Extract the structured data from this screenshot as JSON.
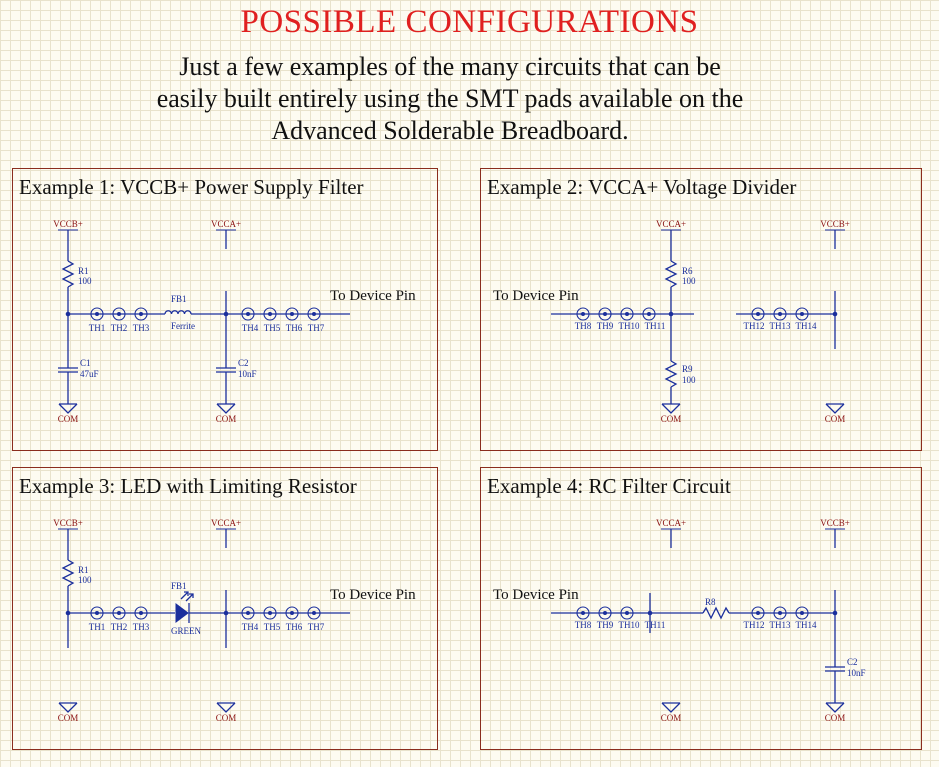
{
  "header": {
    "title": "POSSIBLE CONFIGURATIONS",
    "subtitle_lines": [
      "Just a few examples of the many circuits that can be",
      "easily built entirely using the SMT pads available on the",
      "Advanced Solderable Breadboard."
    ]
  },
  "colors": {
    "title": "#e02020",
    "wire": "#1b2f9c",
    "net_label": "#8a1010",
    "border": "#8a2d1e",
    "background": "#fdfbf1"
  },
  "panels": [
    {
      "title": "Example 1: VCCB+ Power Supply Filter",
      "nets": [
        "VCCB+",
        "VCCA+"
      ],
      "grounds": [
        "COM",
        "COM"
      ],
      "r1": {
        "ref": "R1",
        "value": "100"
      },
      "fb1": {
        "ref": "FB1",
        "value": "Ferrite"
      },
      "c1": {
        "ref": "C1",
        "value": "47uF"
      },
      "c2": {
        "ref": "C2",
        "value": "10nF"
      },
      "th_left": [
        "TH1",
        "TH2",
        "TH3"
      ],
      "th_right": [
        "TH4",
        "TH5",
        "TH6",
        "TH7"
      ],
      "device_pin": "To Device Pin"
    },
    {
      "title": "Example 2: VCCA+ Voltage Divider",
      "nets": [
        "VCCA+",
        "VCCB+"
      ],
      "grounds": [
        "COM",
        "COM"
      ],
      "r6": {
        "ref": "R6",
        "value": "100"
      },
      "r9": {
        "ref": "R9",
        "value": "100"
      },
      "th_left": [
        "TH8",
        "TH9",
        "TH10",
        "TH11"
      ],
      "th_right": [
        "TH12",
        "TH13",
        "TH14"
      ],
      "device_pin": "To Device Pin"
    },
    {
      "title": "Example 3: LED with Limiting Resistor",
      "nets": [
        "VCCB+",
        "VCCA+"
      ],
      "grounds": [
        "COM",
        "COM"
      ],
      "r1": {
        "ref": "R1",
        "value": "100"
      },
      "led": {
        "ref": "FB1",
        "value": "GREEN"
      },
      "th_left": [
        "TH1",
        "TH2",
        "TH3"
      ],
      "th_right": [
        "TH4",
        "TH5",
        "TH6",
        "TH7"
      ],
      "device_pin": "To Device Pin"
    },
    {
      "title": "Example 4: RC Filter Circuit",
      "nets": [
        "VCCA+",
        "VCCB+"
      ],
      "grounds": [
        "COM",
        "COM"
      ],
      "r8": {
        "ref": "R8"
      },
      "c2": {
        "ref": "C2",
        "value": "10nF"
      },
      "th_left": [
        "TH8",
        "TH9",
        "TH10",
        "TH11"
      ],
      "th_right": [
        "TH12",
        "TH13",
        "TH14"
      ],
      "device_pin": "To Device Pin"
    }
  ]
}
